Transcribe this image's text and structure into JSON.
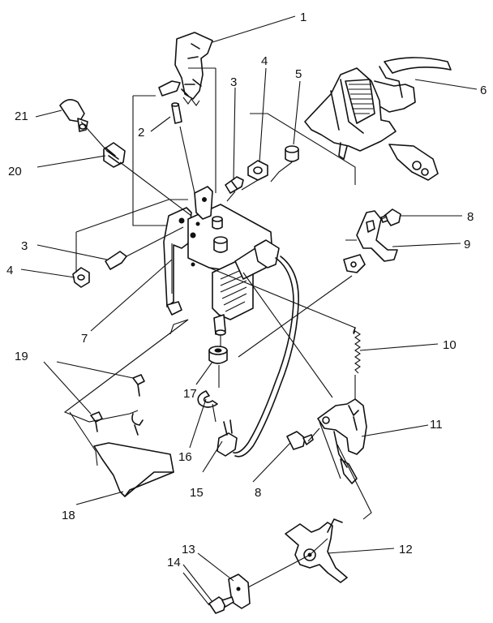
{
  "callouts": [
    {
      "id": "c1",
      "text": "1"
    },
    {
      "id": "c2",
      "text": "2"
    },
    {
      "id": "c3a",
      "text": "3"
    },
    {
      "id": "c3b",
      "text": "3"
    },
    {
      "id": "c4a",
      "text": "4"
    },
    {
      "id": "c4b",
      "text": "4"
    },
    {
      "id": "c5",
      "text": "5"
    },
    {
      "id": "c6",
      "text": "6"
    },
    {
      "id": "c7",
      "text": "7"
    },
    {
      "id": "c8a",
      "text": "8"
    },
    {
      "id": "c8b",
      "text": "8"
    },
    {
      "id": "c9",
      "text": "9"
    },
    {
      "id": "c10",
      "text": "10"
    },
    {
      "id": "c11",
      "text": "11"
    },
    {
      "id": "c12",
      "text": "12"
    },
    {
      "id": "c13",
      "text": "13"
    },
    {
      "id": "c14",
      "text": "14"
    },
    {
      "id": "c15",
      "text": "15"
    },
    {
      "id": "c16",
      "text": "16"
    },
    {
      "id": "c17",
      "text": "17"
    },
    {
      "id": "c18",
      "text": "18"
    },
    {
      "id": "c19",
      "text": "19"
    },
    {
      "id": "c20",
      "text": "20"
    },
    {
      "id": "c21",
      "text": "21"
    }
  ]
}
